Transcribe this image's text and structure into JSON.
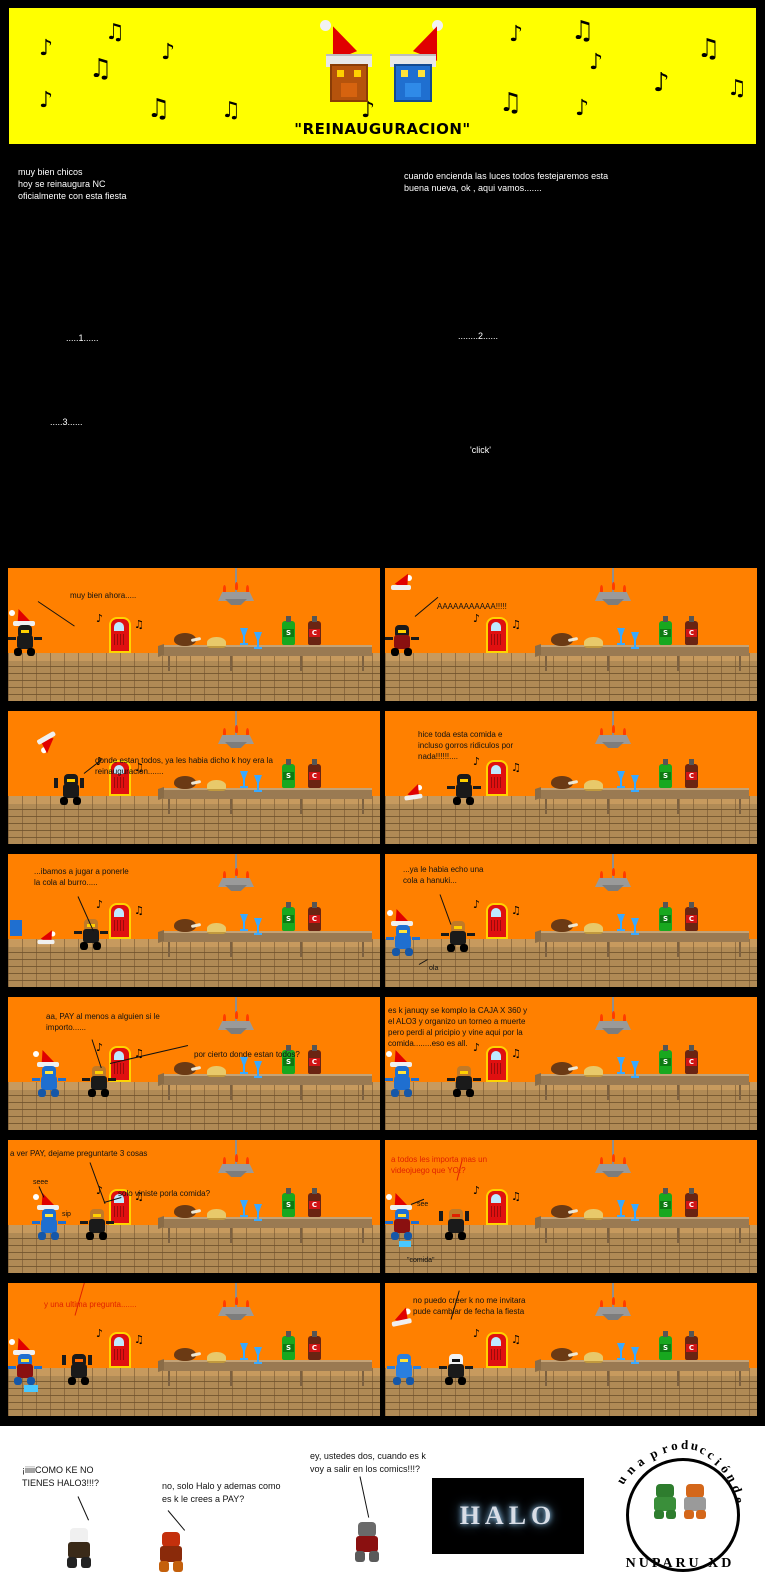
{
  "banner": {
    "title": "\"REINAUGURACION\"",
    "bg_color": "#ffff00",
    "note_glyphs": [
      "♪",
      "♫",
      "♪",
      "♫",
      "♪",
      "♫",
      "♪",
      "♫",
      "♪",
      "♫",
      "♪",
      "♫",
      "♪",
      "♫",
      "♪",
      "♫"
    ]
  },
  "intro": {
    "line1": "muy bien chicos\nhoy se reinaugura NC\noficialmente con esta fiesta",
    "line2": "cuando encienda las luces todos festejaremos esta\nbuena nueva, ok , aqui vamos.......",
    "count1": ".....1......",
    "count2": "........2......",
    "count3": ".....3......",
    "click": "'click'"
  },
  "panels": [
    {
      "id": "panel-1",
      "row": 0,
      "col": 0,
      "speech": "muy bien ahora.....",
      "speech_color": "#111111",
      "character": "pay-santa-hat"
    },
    {
      "id": "panel-2",
      "row": 0,
      "col": 1,
      "speech": "AAAAAAAAAAA!!!!!",
      "speech_color": "#111111",
      "character": "pay-hat-flying-off"
    },
    {
      "id": "panel-3",
      "row": 1,
      "col": 0,
      "speech": "donde estan todos, ya les habia dicho k hoy era la\nreinauguracion.......",
      "speech_color": "#111111",
      "character": "pay-arms-up"
    },
    {
      "id": "panel-4",
      "row": 1,
      "col": 1,
      "speech": "hice toda esta comida e\nincluso gorros ridiculos por\nnada!!!!!!....",
      "speech_color": "#111111",
      "character": "pay-hat-on-floor"
    },
    {
      "id": "panel-5",
      "row": 2,
      "col": 0,
      "speech": "...ibamos a jugar a ponerle\nla cola al burro.....",
      "speech_color": "#111111",
      "character": "pay-sitting-sad"
    },
    {
      "id": "panel-6",
      "row": 2,
      "col": 1,
      "speech": "...ya le habia echo una\ncola a hanuki...",
      "speech_color": "#111111",
      "extra_speech": "ola",
      "character": "hanuki-arrives"
    },
    {
      "id": "panel-7",
      "row": 3,
      "col": 0,
      "speech": "aa, PAY al menos a alguien si le\nimporto......",
      "speech_color": "#111111",
      "extra_speech": "por cierto donde estan todos?",
      "character": "hanuki-and-pay"
    },
    {
      "id": "panel-8",
      "row": 3,
      "col": 1,
      "speech": "es k januqy se komplo la CAJA X 360 y\nel ALO3 y organizo un torneo a muerte\npero perdi al pricipio y vine aqui por la\ncomida........eso es all.",
      "speech_color": "#111111",
      "character": "hanuki-explaining"
    },
    {
      "id": "panel-9",
      "row": 4,
      "col": 0,
      "speech": "a ver PAY, dejame preguntarte 3 cosas",
      "speech_color": "#111111",
      "extra_speech": "solo viniste porla comida?",
      "extra_speech2": "seee",
      "extra_speech3": "sip",
      "character": "pay-questioning"
    },
    {
      "id": "panel-10",
      "row": 4,
      "col": 1,
      "speech": "a todos les importa mas un\nvideojuego que YO!?",
      "speech_color": "#e02000",
      "extra_speech": "see",
      "extra_speech2": "\"comida\"",
      "character": "pay-angry"
    },
    {
      "id": "panel-11",
      "row": 5,
      "col": 0,
      "speech": "y una ultima pregunta.......",
      "speech_color": "#e02000",
      "character": "pay-furious"
    },
    {
      "id": "panel-12",
      "row": 5,
      "col": 1,
      "speech": "no puedo creer k no me invitara\npude cambiar de fecha la fiesta",
      "speech_color": "#111111",
      "character": "hanuki-shocked-skeleton"
    }
  ],
  "scene_props": {
    "bottle_green_label": "S",
    "bottle_red_label": "C",
    "music_note_small": "♪",
    "music_note_double": "♫"
  },
  "footer": {
    "speech_left": "¡iiiiiCOMO KE NO\nTIENES HALO3!!!?",
    "speech_mid": "no, solo Halo y ademas como\nes k le crees a PAY?",
    "speech_right": "ey, ustedes dos, cuando es k\nvoy a salir en los comics!!!?",
    "halo_logo_text": "HALO",
    "production_arc": "una producción de",
    "production_name": "NUPARU  XD"
  }
}
